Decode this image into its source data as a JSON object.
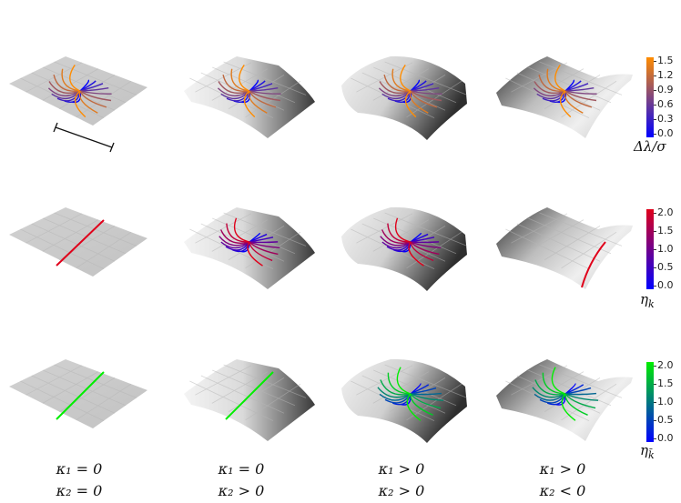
{
  "rows": [
    {
      "id": "lambda",
      "colorbar": {
        "ticks": [
          "1.5",
          "1.2",
          "0.9",
          "0.6",
          "0.3",
          "0.0"
        ],
        "label": "Δλ/σ",
        "color_low": "#0000ff",
        "color_high": "#ff8c00"
      }
    },
    {
      "id": "eta-k",
      "colorbar": {
        "ticks": [
          "2.0",
          "1.5",
          "1.0",
          "0.5",
          "0.0"
        ],
        "label": "η",
        "label_sub": "k",
        "color_low": "#0000ff",
        "color_high": "#e0001a"
      }
    },
    {
      "id": "eta-kbar",
      "colorbar": {
        "ticks": [
          "2.0",
          "1.5",
          "1.0",
          "0.5",
          "0.0"
        ],
        "label": "η",
        "label_sub": "k̄",
        "color_low": "#0000ff",
        "color_high": "#00ee00"
      }
    }
  ],
  "columns": [
    {
      "id": "flat",
      "caption_line1": "κ₁ = 0",
      "caption_line2": "κ₂ = 0"
    },
    {
      "id": "cylinder",
      "caption_line1": "κ₁ = 0",
      "caption_line2": "κ₂ > 0"
    },
    {
      "id": "sphere",
      "caption_line1": "κ₁ > 0",
      "caption_line2": "κ₂ > 0"
    },
    {
      "id": "saddle",
      "caption_line1": "κ₁ > 0",
      "caption_line2": "κ₂ < 0"
    }
  ],
  "colors": {
    "surface_light": "#e4e4e4",
    "surface_dark": "#3a3a3a",
    "grid": "#b5b5b5"
  }
}
